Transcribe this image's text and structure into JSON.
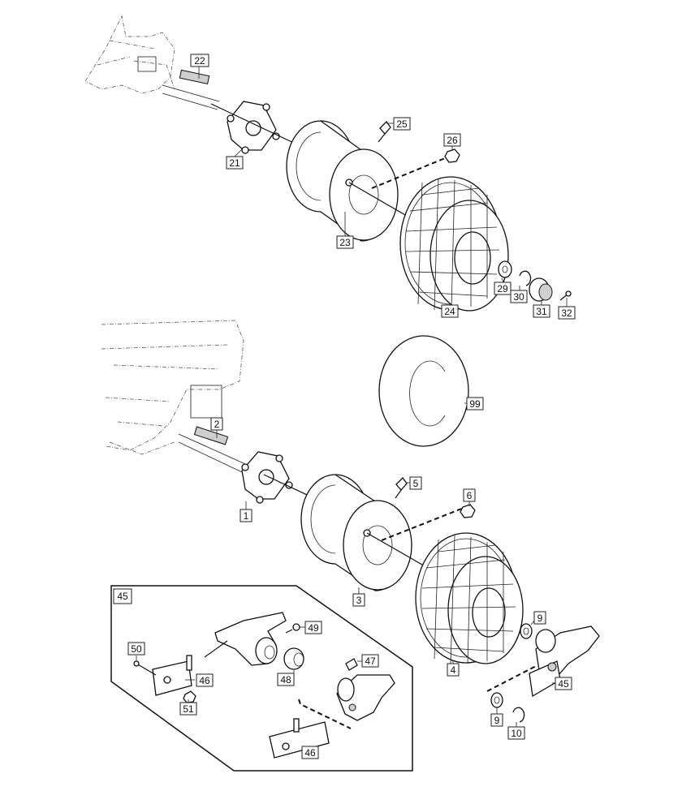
{
  "diagram": {
    "part_labels": {
      "p1": "1",
      "p2": "2",
      "p3": "3",
      "p4": "4",
      "p5": "5",
      "p6": "6",
      "p9a": "9",
      "p9b": "9",
      "p10": "10",
      "p21": "21",
      "p22": "22",
      "p23": "23",
      "p24": "24",
      "p25": "25",
      "p26": "26",
      "p29": "29",
      "p30": "30",
      "p31": "31",
      "p32": "32",
      "p45": "45",
      "p46a": "46",
      "p46b": "46",
      "p47": "47",
      "p48": "48",
      "p49": "49",
      "p50": "50",
      "p51": "51",
      "p99": "99"
    },
    "inset": {
      "title": "45"
    }
  }
}
